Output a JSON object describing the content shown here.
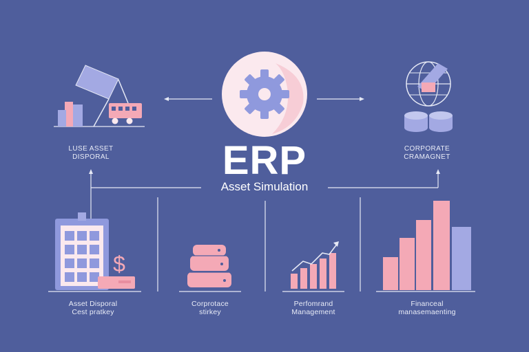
{
  "center": {
    "title": "ERP",
    "subtitle": "Asset Simulation"
  },
  "top_left": {
    "line1": "LUSE ASSET",
    "line2": "DISPORAL"
  },
  "top_right": {
    "line1": "CORPORATE",
    "line2": "CRAMAGNET"
  },
  "bottom": [
    {
      "line1": "Asset Disporal",
      "line2": "Cest pratkey"
    },
    {
      "line1": "Corprotace",
      "line2": "stirkey"
    },
    {
      "line1": "Perfomrand",
      "line2": "Management"
    },
    {
      "line1": "Financeal",
      "line2": "manasemaenting"
    }
  ],
  "icons": {
    "center": "gear-icon",
    "top_left": "asset-disposal-truck-icon",
    "top_right": "globe-coins-icon",
    "bottom": [
      "ledger-dollar-icon",
      "stacked-discs-icon",
      "growth-chart-icon",
      "bar-chart-icon"
    ]
  },
  "colors": {
    "background": "#4f5e9c",
    "pink": "#f4a9b6",
    "lavender": "#a3a9e3",
    "cream": "#fbe9ee",
    "line": "#e6e9f5"
  }
}
